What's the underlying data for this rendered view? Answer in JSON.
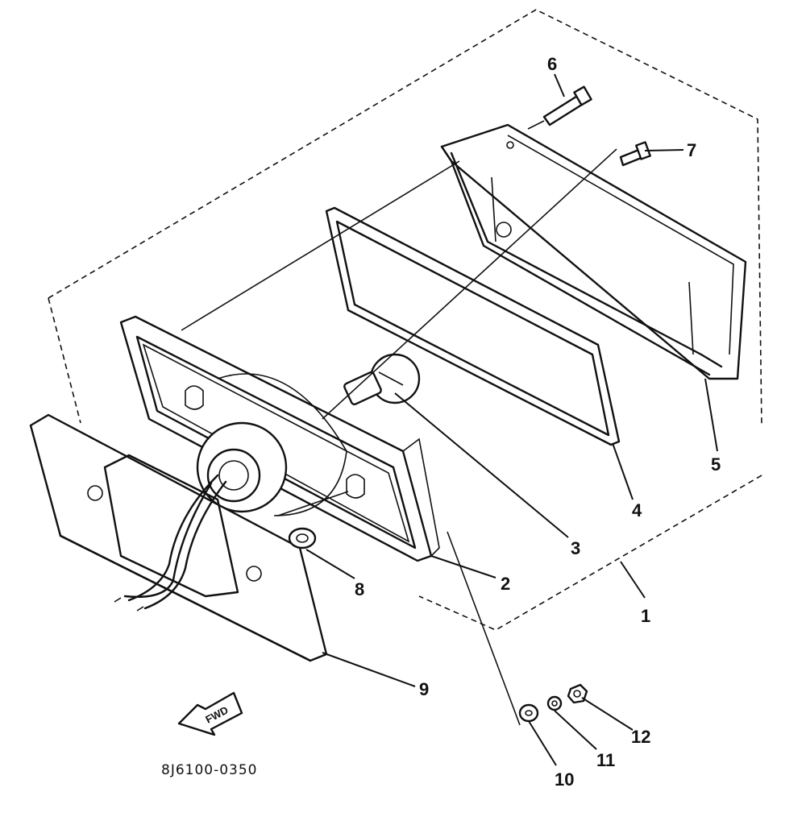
{
  "callouts": [
    "1",
    "2",
    "3",
    "4",
    "5",
    "6",
    "7",
    "8",
    "9",
    "10",
    "11",
    "12"
  ],
  "direction_arrow": "FWD",
  "drawing_code": "8J6100-0350"
}
